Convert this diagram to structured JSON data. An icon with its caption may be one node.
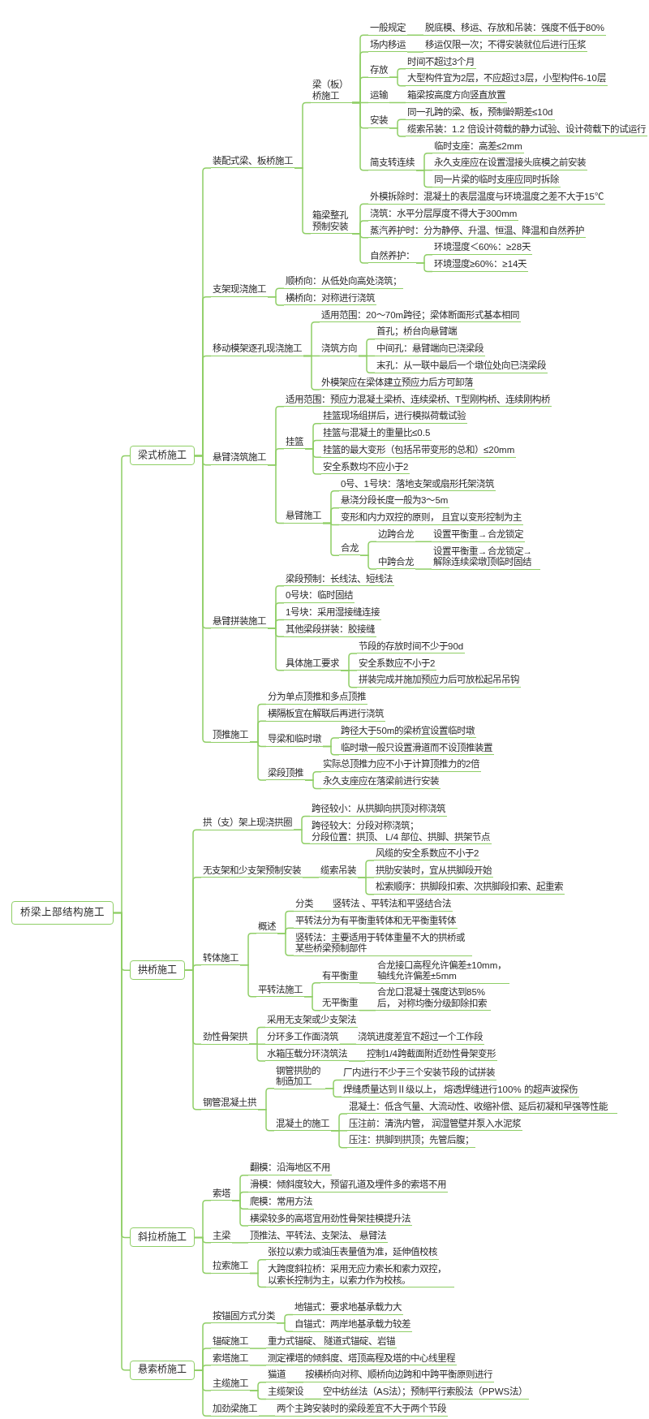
{
  "diagram": {
    "nodes": [
      {
        "text": [
          "桥梁上部结构施工"
        ]
      },
      {
        "text": [
          "梁式桥施工"
        ]
      },
      {
        "text": [
          "装配式梁、板桥施工"
        ]
      },
      {
        "text": [
          "梁（板）桥施工"
        ]
      },
      {
        "text": [
          "一般规定"
        ]
      },
      {
        "text": [
          "脱底模、移运、存放和吊装：强度不低于80%"
        ]
      },
      {
        "text": [
          "场内移运"
        ]
      },
      {
        "text": [
          "移运仅限一次；不得安装就位后进行压浆"
        ]
      },
      {
        "text": [
          "存放"
        ]
      },
      {
        "text": [
          "时间不超过3个月"
        ]
      },
      {
        "text": [
          "大型构件宜为2层，不应超过3层，小型构件6-10层"
        ]
      },
      {
        "text": [
          "运输"
        ]
      },
      {
        "text": [
          "箱梁按高度方向竖直放置"
        ]
      },
      {
        "text": [
          "安装"
        ]
      },
      {
        "text": [
          "同一孔跨的梁、板，预制龄期差≤10d"
        ]
      },
      {
        "text": [
          "缆索吊装：1.2 倍设计荷载的静力试验、设计荷载下的试运行"
        ]
      },
      {
        "text": [
          "简支转连续"
        ]
      },
      {
        "text": [
          "临时支座：高差≤2mm"
        ]
      },
      {
        "text": [
          "永久支座应在设置湿接头底模之前安装"
        ]
      },
      {
        "text": [
          "同一片梁的临时支座应同时拆除"
        ]
      },
      {
        "text": [
          "箱梁整孔预制安装"
        ]
      },
      {
        "text": [
          "外模拆除时：混凝土的表层温度与环境温度之差不大于15℃"
        ]
      },
      {
        "text": [
          "浇筑：水平分层厚度不得大于300mm"
        ]
      },
      {
        "text": [
          "蒸汽养护时：分为静停、升温、恒温、降温和自然养护"
        ]
      },
      {
        "text": [
          "自然养护："
        ]
      },
      {
        "text": [
          "环境湿度＜60%：≥28天"
        ]
      },
      {
        "text": [
          "环境湿度≥60%：≥14天"
        ]
      },
      {
        "text": [
          "支架现浇施工"
        ]
      },
      {
        "text": [
          "顺桥向：从低处向高处浇筑；"
        ]
      },
      {
        "text": [
          "横桥向：对称进行浇筑"
        ]
      },
      {
        "text": [
          "移动模架逐孔现浇施工"
        ]
      },
      {
        "text": [
          "适用范围：20～70m跨径；梁体断面形式基本相同"
        ]
      },
      {
        "text": [
          "浇筑方向"
        ]
      },
      {
        "text": [
          "首孔；桥台向悬臂端"
        ]
      },
      {
        "text": [
          "中间孔：悬臂端向已浇梁段"
        ]
      },
      {
        "text": [
          "末孔：从一联中最后一个墩位处向已浇梁段"
        ]
      },
      {
        "text": [
          "外模架应在梁体建立预应力后方可卸落"
        ]
      },
      {
        "text": [
          "悬臂浇筑施工"
        ]
      },
      {
        "text": [
          "适用范围：预应力混凝土梁桥、连续梁桥、T型刚构桥、连续刚构桥"
        ]
      },
      {
        "text": [
          "挂篮"
        ]
      },
      {
        "text": [
          "挂篮现场组拼后，进行模拟荷载试验"
        ]
      },
      {
        "text": [
          "挂篮与混凝土的重量比≤0.5"
        ]
      },
      {
        "text": [
          "挂篮的最大变形（包括吊带变形的总和）≤20mm"
        ]
      },
      {
        "text": [
          "安全系数均不应小于2"
        ]
      },
      {
        "text": [
          "悬臂施工"
        ]
      },
      {
        "text": [
          "0号、1号块：落地支架或扇形托架浇筑"
        ]
      },
      {
        "text": [
          "悬浇分段长度一般为3～5m"
        ]
      },
      {
        "text": [
          "变形和内力双控的原则， 且宜以变形控制为主"
        ]
      },
      {
        "text": [
          "合龙"
        ]
      },
      {
        "text": [
          "边跨合龙"
        ]
      },
      {
        "text": [
          "设置平衡重→合龙锁定"
        ]
      },
      {
        "text": [
          "中跨合龙"
        ]
      },
      {
        "text": [
          "设置平衡重→合龙锁定→解除连续梁墩顶临时固结"
        ]
      },
      {
        "text": [
          "悬臂拼装施工"
        ]
      },
      {
        "text": [
          "梁段预制：长线法、短线法"
        ]
      },
      {
        "text": [
          "0号块：临时固结"
        ]
      },
      {
        "text": [
          "1号块：采用湿接缝连接"
        ]
      },
      {
        "text": [
          "其他梁段拼装：胶接缝"
        ]
      },
      {
        "text": [
          "具体施工要求"
        ]
      },
      {
        "text": [
          "节段的存放时间不少于90d"
        ]
      },
      {
        "text": [
          "安全系数应不小于2"
        ]
      },
      {
        "text": [
          "拼装完成并施加预应力后可放松起吊吊钩"
        ]
      },
      {
        "text": [
          "顶推施工"
        ]
      },
      {
        "text": [
          "分为单点顶推和多点顶推"
        ]
      },
      {
        "text": [
          "横隔板宜在解联后再进行浇筑"
        ]
      },
      {
        "text": [
          "导梁和临时墩"
        ]
      },
      {
        "text": [
          "跨径大于50m的梁桥宜设置临时墩"
        ]
      },
      {
        "text": [
          "临时墩一般只设置滑道而不设顶推装置"
        ]
      },
      {
        "text": [
          "梁段顶推"
        ]
      },
      {
        "text": [
          "实际总顶推力应不小于计算顶推力的2倍"
        ]
      },
      {
        "text": [
          "永久支座应在落梁前进行安装"
        ]
      },
      {
        "text": [
          "拱桥施工"
        ]
      },
      {
        "text": [
          "拱（支）架上现浇拱圈"
        ]
      },
      {
        "text": [
          "跨径较小：从拱脚向拱顶对称浇筑"
        ]
      },
      {
        "text": [
          "跨径较大：分段对称浇筑；",
          "分段位置：拱顶、 L/4 部位、拱脚、拱架节点"
        ]
      },
      {
        "text": [
          "无支架和少支架预制安装"
        ]
      },
      {
        "text": [
          "缆索吊装"
        ]
      },
      {
        "text": [
          "风缆的安全系数应不小于2"
        ]
      },
      {
        "text": [
          "拱肋安装时，宜从拱脚段开始"
        ]
      },
      {
        "text": [
          "松索顺序：拱脚段扣索、次拱脚段扣索、起重索"
        ]
      },
      {
        "text": [
          "转体施工"
        ]
      },
      {
        "text": [
          "概述"
        ]
      },
      {
        "text": [
          "分类"
        ]
      },
      {
        "text": [
          "竖转法 、平转法和平竖结合法"
        ]
      },
      {
        "text": [
          "平转法分为有平衡重转体和无平衡重转体"
        ]
      },
      {
        "text": [
          "竖转法：主要适用于转体重量不大的拱桥或某些桥梁预制部件"
        ]
      },
      {
        "text": [
          "平转法施工"
        ]
      },
      {
        "text": [
          "有平衡重"
        ]
      },
      {
        "text": [
          "合龙接口高程允许偏差±10mm，轴线允许偏差±5mm"
        ]
      },
      {
        "text": [
          "无平衡重"
        ]
      },
      {
        "text": [
          "合龙口混凝土强度达到85%后， 对称均衡分级卸除扣索"
        ]
      },
      {
        "text": [
          "劲性骨架拱"
        ]
      },
      {
        "text": [
          "采用无支架或少支架法"
        ]
      },
      {
        "text": [
          "分环多工作面浇筑"
        ]
      },
      {
        "text": [
          "浇筑进度差宜不超过一个工作段"
        ]
      },
      {
        "text": [
          "水箱压载分环浇筑法"
        ]
      },
      {
        "text": [
          "控制1/4跨截面附近劲性骨架变形"
        ]
      },
      {
        "text": [
          "钢管混凝土拱"
        ]
      },
      {
        "text": [
          "钢管拱肋的制造加工"
        ]
      },
      {
        "text": [
          "厂内进行不少于三个安装节段的试拼装"
        ]
      },
      {
        "text": [
          "焊缝质量达到Ⅱ级以上， 熔透焊缝进行100% 的超声波探伤"
        ]
      },
      {
        "text": [
          "混凝土的施工"
        ]
      },
      {
        "text": [
          "混凝土：低含气量、大流动性、收缩补偿、延后初凝和早强等性能"
        ]
      },
      {
        "text": [
          "压注前：清洗内管， 润湿管壁并泵入水泥浆"
        ]
      },
      {
        "text": [
          "压注：拱脚到拱顶；先管后腹；"
        ]
      },
      {
        "text": [
          "斜拉桥施工"
        ]
      },
      {
        "text": [
          "索塔"
        ]
      },
      {
        "text": [
          "翻模：沿海地区不用"
        ]
      },
      {
        "text": [
          "滑模：倾斜度较大，预留孔道及埋件多的索塔不用"
        ]
      },
      {
        "text": [
          "爬模：常用方法"
        ]
      },
      {
        "text": [
          "横梁较多的高塔宜用劲性骨架挂模提升法"
        ]
      },
      {
        "text": [
          "主梁"
        ]
      },
      {
        "text": [
          "顶推法、平转法、支架法、 悬臂法"
        ]
      },
      {
        "text": [
          "拉索施工"
        ]
      },
      {
        "text": [
          "张拉以索力或油压表量值为准，延伸值校核"
        ]
      },
      {
        "text": [
          "大跨度斜拉桥：采用无应力索长和索力双控，以索长控制为主，以索力作为校核。"
        ]
      },
      {
        "text": [
          "悬索桥施工"
        ]
      },
      {
        "text": [
          "按锚固方式分类"
        ]
      },
      {
        "text": [
          "地锚式：要求地基承载力大"
        ]
      },
      {
        "text": [
          "自锚式：两岸地基承载力较差"
        ]
      },
      {
        "text": [
          "锚碇施工"
        ]
      },
      {
        "text": [
          "重力式锚碇、 隧道式锚碇、岩锚"
        ]
      },
      {
        "text": [
          "索塔施工"
        ]
      },
      {
        "text": [
          "测定裸塔的倾斜度、塔顶高程及塔的中心线里程"
        ]
      },
      {
        "text": [
          "主缆施工"
        ]
      },
      {
        "text": [
          "猫道"
        ]
      },
      {
        "text": [
          "按横桥向对称、顺桥向边跨和中跨平衡原则进行"
        ]
      },
      {
        "text": [
          "主缆架设"
        ]
      },
      {
        "text": [
          "空中纺丝法（AS法）；预制平行索股法（PPWS法）"
        ]
      },
      {
        "text": [
          "加劲梁施工"
        ]
      },
      {
        "text": [
          "两个主跨安装时的梁段差宜不大于两个节段"
        ]
      }
    ],
    "edges": [
      {
        "from": 0,
        "to": 1,
        "arrow": "none"
      },
      {
        "from": 1,
        "to": 2,
        "arrow": "none"
      },
      {
        "from": 2,
        "to": 3,
        "arrow": "none"
      },
      {
        "from": 3,
        "to": 4,
        "arrow": "none"
      },
      {
        "from": 4,
        "to": 5,
        "arrow": "none"
      },
      {
        "from": 3,
        "to": 6,
        "arrow": "none"
      },
      {
        "from": 6,
        "to": 7,
        "arrow": "none"
      },
      {
        "from": 3,
        "to": 8,
        "arrow": "none"
      },
      {
        "from": 8,
        "to": 9,
        "arrow": "none"
      },
      {
        "from": 8,
        "to": 10,
        "arrow": "none"
      },
      {
        "from": 3,
        "to": 11,
        "arrow": "none"
      },
      {
        "from": 11,
        "to": 12,
        "arrow": "none"
      },
      {
        "from": 3,
        "to": 13,
        "arrow": "none"
      },
      {
        "from": 13,
        "to": 14,
        "arrow": "none"
      },
      {
        "from": 13,
        "to": 15,
        "arrow": "none"
      },
      {
        "from": 3,
        "to": 16,
        "arrow": "none"
      },
      {
        "from": 16,
        "to": 17,
        "arrow": "none"
      },
      {
        "from": 16,
        "to": 18,
        "arrow": "none"
      },
      {
        "from": 16,
        "to": 19,
        "arrow": "none"
      },
      {
        "from": 2,
        "to": 20,
        "arrow": "none"
      },
      {
        "from": 20,
        "to": 21,
        "arrow": "none"
      },
      {
        "from": 20,
        "to": 22,
        "arrow": "none"
      },
      {
        "from": 20,
        "to": 23,
        "arrow": "none"
      },
      {
        "from": 20,
        "to": 24,
        "arrow": "none"
      },
      {
        "from": 24,
        "to": 25,
        "arrow": "none"
      },
      {
        "from": 24,
        "to": 26,
        "arrow": "none"
      },
      {
        "from": 1,
        "to": 27,
        "arrow": "none"
      },
      {
        "from": 27,
        "to": 28,
        "arrow": "none"
      },
      {
        "from": 27,
        "to": 29,
        "arrow": "none"
      },
      {
        "from": 1,
        "to": 30,
        "arrow": "none"
      },
      {
        "from": 30,
        "to": 31,
        "arrow": "none"
      },
      {
        "from": 30,
        "to": 32,
        "arrow": "none"
      },
      {
        "from": 32,
        "to": 33,
        "arrow": "none"
      },
      {
        "from": 32,
        "to": 34,
        "arrow": "none"
      },
      {
        "from": 32,
        "to": 35,
        "arrow": "none"
      },
      {
        "from": 30,
        "to": 36,
        "arrow": "none"
      },
      {
        "from": 1,
        "to": 37,
        "arrow": "none"
      },
      {
        "from": 37,
        "to": 38,
        "arrow": "none"
      },
      {
        "from": 37,
        "to": 39,
        "arrow": "none"
      },
      {
        "from": 39,
        "to": 40,
        "arrow": "none"
      },
      {
        "from": 39,
        "to": 41,
        "arrow": "none"
      },
      {
        "from": 39,
        "to": 42,
        "arrow": "none"
      },
      {
        "from": 39,
        "to": 43,
        "arrow": "none"
      },
      {
        "from": 37,
        "to": 44,
        "arrow": "none"
      },
      {
        "from": 44,
        "to": 45,
        "arrow": "none"
      },
      {
        "from": 44,
        "to": 46,
        "arrow": "none"
      },
      {
        "from": 44,
        "to": 47,
        "arrow": "none"
      },
      {
        "from": 44,
        "to": 48,
        "arrow": "none"
      },
      {
        "from": 48,
        "to": 49,
        "arrow": "none"
      },
      {
        "from": 49,
        "to": 50,
        "arrow": "none"
      },
      {
        "from": 48,
        "to": 51,
        "arrow": "none"
      },
      {
        "from": 51,
        "to": 52,
        "arrow": "none"
      },
      {
        "from": 1,
        "to": 53,
        "arrow": "none"
      },
      {
        "from": 53,
        "to": 54,
        "arrow": "none"
      },
      {
        "from": 53,
        "to": 55,
        "arrow": "none"
      },
      {
        "from": 53,
        "to": 56,
        "arrow": "none"
      },
      {
        "from": 53,
        "to": 57,
        "arrow": "none"
      },
      {
        "from": 53,
        "to": 58,
        "arrow": "none"
      },
      {
        "from": 58,
        "to": 59,
        "arrow": "none"
      },
      {
        "from": 58,
        "to": 60,
        "arrow": "none"
      },
      {
        "from": 58,
        "to": 61,
        "arrow": "none"
      },
      {
        "from": 1,
        "to": 62,
        "arrow": "none"
      },
      {
        "from": 62,
        "to": 63,
        "arrow": "none"
      },
      {
        "from": 62,
        "to": 64,
        "arrow": "none"
      },
      {
        "from": 62,
        "to": 65,
        "arrow": "none"
      },
      {
        "from": 65,
        "to": 66,
        "arrow": "none"
      },
      {
        "from": 65,
        "to": 67,
        "arrow": "none"
      },
      {
        "from": 62,
        "to": 68,
        "arrow": "none"
      },
      {
        "from": 68,
        "to": 69,
        "arrow": "none"
      },
      {
        "from": 68,
        "to": 70,
        "arrow": "none"
      },
      {
        "from": 0,
        "to": 71,
        "arrow": "none"
      },
      {
        "from": 71,
        "to": 72,
        "arrow": "none"
      },
      {
        "from": 72,
        "to": 73,
        "arrow": "none"
      },
      {
        "from": 72,
        "to": 74,
        "arrow": "none"
      },
      {
        "from": 71,
        "to": 75,
        "arrow": "none"
      },
      {
        "from": 75,
        "to": 76,
        "arrow": "none"
      },
      {
        "from": 76,
        "to": 77,
        "arrow": "none"
      },
      {
        "from": 76,
        "to": 78,
        "arrow": "none"
      },
      {
        "from": 76,
        "to": 79,
        "arrow": "none"
      },
      {
        "from": 71,
        "to": 80,
        "arrow": "none"
      },
      {
        "from": 80,
        "to": 81,
        "arrow": "none"
      },
      {
        "from": 81,
        "to": 82,
        "arrow": "none"
      },
      {
        "from": 82,
        "to": 83,
        "arrow": "none"
      },
      {
        "from": 81,
        "to": 84,
        "arrow": "none"
      },
      {
        "from": 81,
        "to": 85,
        "arrow": "none"
      },
      {
        "from": 80,
        "to": 86,
        "arrow": "none"
      },
      {
        "from": 86,
        "to": 87,
        "arrow": "none"
      },
      {
        "from": 87,
        "to": 88,
        "arrow": "none"
      },
      {
        "from": 86,
        "to": 89,
        "arrow": "none"
      },
      {
        "from": 89,
        "to": 90,
        "arrow": "none"
      },
      {
        "from": 71,
        "to": 91,
        "arrow": "none"
      },
      {
        "from": 91,
        "to": 92,
        "arrow": "none"
      },
      {
        "from": 91,
        "to": 93,
        "arrow": "none"
      },
      {
        "from": 93,
        "to": 94,
        "arrow": "none"
      },
      {
        "from": 91,
        "to": 95,
        "arrow": "none"
      },
      {
        "from": 95,
        "to": 96,
        "arrow": "none"
      },
      {
        "from": 71,
        "to": 97,
        "arrow": "none"
      },
      {
        "from": 97,
        "to": 98,
        "arrow": "none"
      },
      {
        "from": 98,
        "to": 99,
        "arrow": "none"
      },
      {
        "from": 98,
        "to": 100,
        "arrow": "none"
      },
      {
        "from": 97,
        "to": 101,
        "arrow": "none"
      },
      {
        "from": 101,
        "to": 102,
        "arrow": "none"
      },
      {
        "from": 101,
        "to": 103,
        "arrow": "none"
      },
      {
        "from": 101,
        "to": 104,
        "arrow": "none"
      },
      {
        "from": 0,
        "to": 105,
        "arrow": "none"
      },
      {
        "from": 105,
        "to": 106,
        "arrow": "none"
      },
      {
        "from": 106,
        "to": 107,
        "arrow": "none"
      },
      {
        "from": 106,
        "to": 108,
        "arrow": "none"
      },
      {
        "from": 106,
        "to": 109,
        "arrow": "none"
      },
      {
        "from": 106,
        "to": 110,
        "arrow": "none"
      },
      {
        "from": 105,
        "to": 111,
        "arrow": "none"
      },
      {
        "from": 111,
        "to": 112,
        "arrow": "none"
      },
      {
        "from": 105,
        "to": 113,
        "arrow": "none"
      },
      {
        "from": 113,
        "to": 114,
        "arrow": "none"
      },
      {
        "from": 113,
        "to": 115,
        "arrow": "none"
      },
      {
        "from": 0,
        "to": 116,
        "arrow": "none"
      },
      {
        "from": 116,
        "to": 117,
        "arrow": "none"
      },
      {
        "from": 117,
        "to": 118,
        "arrow": "none"
      },
      {
        "from": 117,
        "to": 119,
        "arrow": "none"
      },
      {
        "from": 116,
        "to": 120,
        "arrow": "none"
      },
      {
        "from": 120,
        "to": 121,
        "arrow": "none"
      },
      {
        "from": 116,
        "to": 122,
        "arrow": "none"
      },
      {
        "from": 122,
        "to": 123,
        "arrow": "none"
      },
      {
        "from": 116,
        "to": 124,
        "arrow": "none"
      },
      {
        "from": 124,
        "to": 125,
        "arrow": "none"
      },
      {
        "from": 125,
        "to": 126,
        "arrow": "none"
      },
      {
        "from": 124,
        "to": 127,
        "arrow": "none"
      },
      {
        "from": 127,
        "to": 128,
        "arrow": "none"
      },
      {
        "from": 116,
        "to": 129,
        "arrow": "none"
      },
      {
        "from": 129,
        "to": 130,
        "arrow": "none"
      }
    ]
  }
}
